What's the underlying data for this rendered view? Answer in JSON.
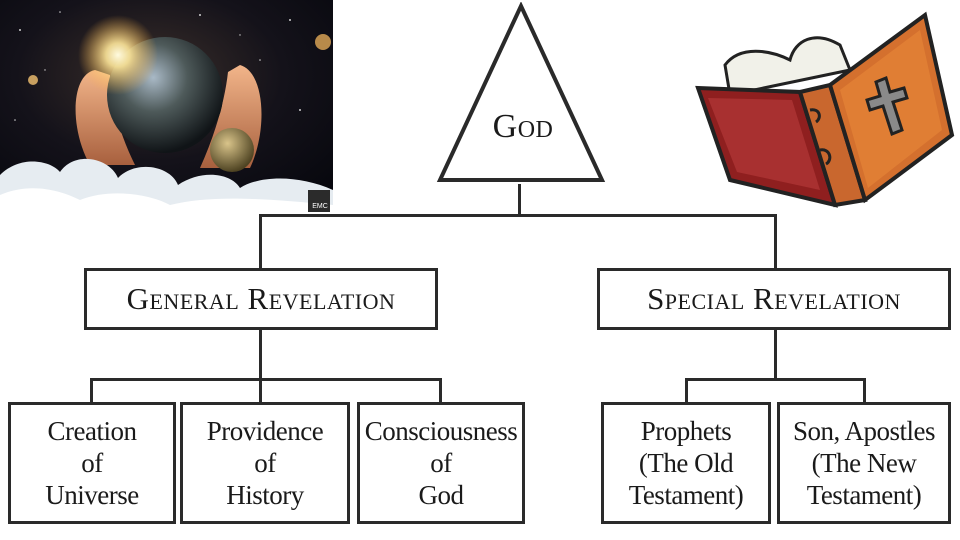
{
  "top": {
    "label": "God"
  },
  "branches": [
    {
      "label": "General Revelation",
      "children": [
        {
          "lines": [
            "Creation",
            "of",
            "Universe"
          ]
        },
        {
          "lines": [
            "Providence",
            "of",
            "History"
          ]
        },
        {
          "lines": [
            "Consciousness",
            "of",
            "God"
          ]
        }
      ]
    },
    {
      "label": "Special Revelation",
      "children": [
        {
          "lines": [
            "Prophets",
            "(The Old",
            "Testament)"
          ]
        },
        {
          "lines": [
            "Son, Apostles",
            "(The New",
            "Testament)"
          ]
        }
      ]
    }
  ],
  "images": {
    "cosmos_watermark": "EMC",
    "cosmos_icon": "hands-holding-earth-image",
    "bible_icon": "bible-book-image"
  }
}
